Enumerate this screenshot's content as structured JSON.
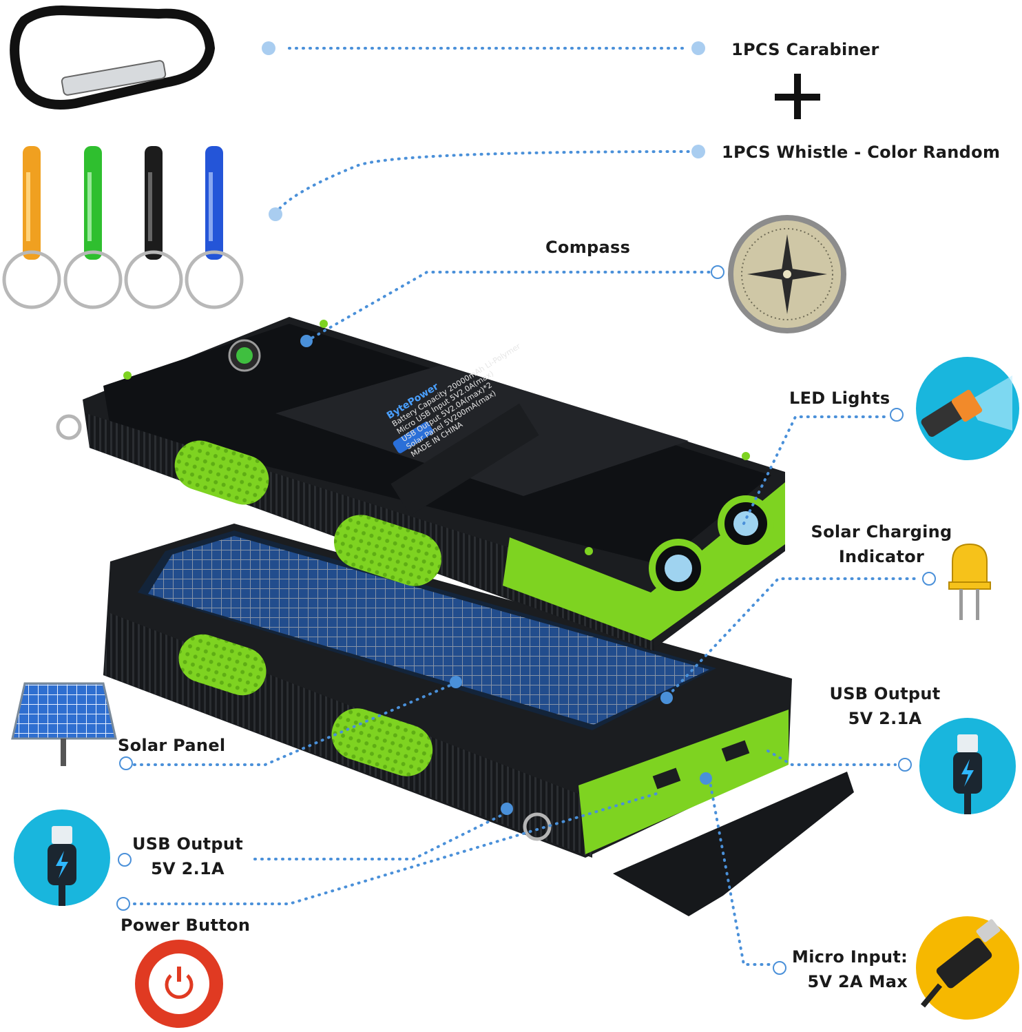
{
  "labels": {
    "carabiner": "1PCS Carabiner",
    "whistle": "1PCS Whistle - Color Random",
    "compass": "Compass",
    "led_lights": "LED Lights",
    "solar_indicator_line1": "Solar Charging",
    "solar_indicator_line2": "Indicator",
    "usb_output_right_line1": "USB Output",
    "usb_output_right_line2": "5V 2.1A",
    "solar_panel": "Solar Panel",
    "usb_output_left_line1": "USB Output",
    "usb_output_left_line2": "5V 2.1A",
    "power_button": "Power Button",
    "micro_input_line1": "Micro Input:",
    "micro_input_line2": "5V 2A Max"
  },
  "device_print": {
    "brand": "BytePower",
    "specs": [
      "Battery Capacity   20000mAh Li-Polymer",
      "Micro USB Input   5V2.0A(max)",
      "USB Output   5V2.0A(max)*2",
      "Solar Panel   5V200mA(max)",
      "MADE IN CHINA"
    ]
  },
  "colors": {
    "accent_green": "#7ed321",
    "device_black": "#1b1d20",
    "dot_blue": "#5aa3e0",
    "icon_cyan": "#19b6dd",
    "icon_yellow": "#f6b800",
    "icon_red": "#e03a22",
    "whistle_colors": [
      "#f0a020",
      "#2fbf2f",
      "#1c1c1c",
      "#2455d8"
    ]
  },
  "icons": {
    "plus": "plus-icon",
    "compass": "compass-icon",
    "flashlight": "flashlight-icon",
    "led": "led-bulb-icon",
    "solar_panel": "solar-panel-icon",
    "usb_right": "usb-plug-icon",
    "usb_left": "usb-plug-icon",
    "power": "power-icon",
    "micro_usb": "micro-usb-cable-icon"
  }
}
